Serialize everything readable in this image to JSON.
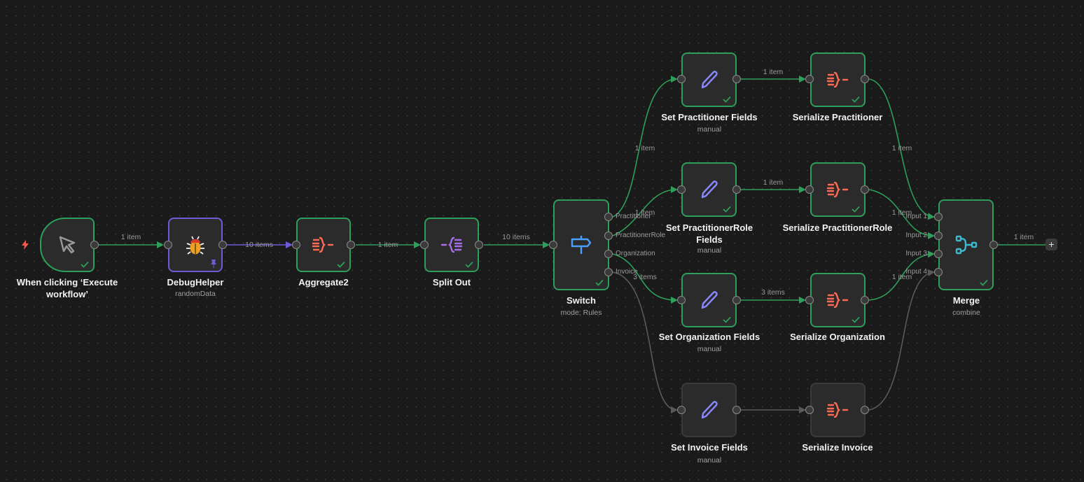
{
  "colors": {
    "success": "#2e9e5b",
    "pinned": "#6f5bd6",
    "inactive_edge": "#5a5a5a",
    "set_icon": "#8b88ff",
    "aggregate_icon": "#ff6a55",
    "split_icon": "#a56ee6",
    "switch_icon": "#4aa0ff",
    "merge_icon": "#3eb8d0",
    "debug_icon": "#f0a020"
  },
  "nodes": {
    "trigger": {
      "title": "When clicking ‘Execute workflow’",
      "title_line1": "When clicking ‘Execute",
      "title_line2": "workflow’",
      "icon": "cursor-icon",
      "status": "success"
    },
    "debug": {
      "title": "DebugHelper",
      "subtitle": "randomData",
      "icon": "bug-icon",
      "status": "pinned"
    },
    "aggregate": {
      "title": "Aggregate2",
      "icon": "aggregate-icon",
      "status": "success"
    },
    "split": {
      "title": "Split Out",
      "icon": "split-out-icon",
      "status": "success"
    },
    "switch": {
      "title": "Switch",
      "subtitle": "mode: Rules",
      "icon": "signpost-icon",
      "status": "success",
      "outputs": [
        "Practitioner",
        "PractitionerRole",
        "Organization",
        "Invoice"
      ]
    },
    "set_practitioner": {
      "title": "Set Practitioner Fields",
      "subtitle": "manual",
      "icon": "pencil-icon",
      "status": "success"
    },
    "set_practitioner_role": {
      "title_line1": "Set PractitionerRole",
      "title_line2": "Fields",
      "subtitle": "manual",
      "icon": "pencil-icon",
      "status": "success"
    },
    "set_organization": {
      "title": "Set Organization Fields",
      "subtitle": "manual",
      "icon": "pencil-icon",
      "status": "success"
    },
    "set_invoice": {
      "title": "Set Invoice Fields",
      "subtitle": "manual",
      "icon": "pencil-icon",
      "status": "inactive"
    },
    "ser_practitioner": {
      "title": "Serialize Practitioner",
      "icon": "aggregate-icon",
      "status": "success"
    },
    "ser_practitioner_role": {
      "title": "Serialize PractitionerRole",
      "icon": "aggregate-icon",
      "status": "success"
    },
    "ser_organization": {
      "title": "Serialize Organization",
      "icon": "aggregate-icon",
      "status": "success"
    },
    "ser_invoice": {
      "title": "Serialize Invoice",
      "icon": "aggregate-icon",
      "status": "inactive"
    },
    "merge": {
      "title": "Merge",
      "subtitle": "combine",
      "icon": "merge-icon",
      "status": "success",
      "inputs": [
        "Input 1",
        "Input 2",
        "Input 3",
        "Input 4"
      ]
    }
  },
  "edges": {
    "trigger_debug": "1 item",
    "debug_aggregate": "10 items",
    "aggregate_split": "1 item",
    "split_switch": "10 items",
    "switch_practitioner": "1 item",
    "switch_practitioner_role": "1 item",
    "switch_organization": "3 items",
    "set_ser_practitioner": "1 item",
    "set_ser_practitioner_role": "1 item",
    "set_ser_organization": "3 items",
    "ser_practitioner_merge": "1 item",
    "ser_practitioner_role_merge": "1 item",
    "ser_organization_merge": "1 item",
    "merge_out": "1 item"
  },
  "add_button": "+"
}
